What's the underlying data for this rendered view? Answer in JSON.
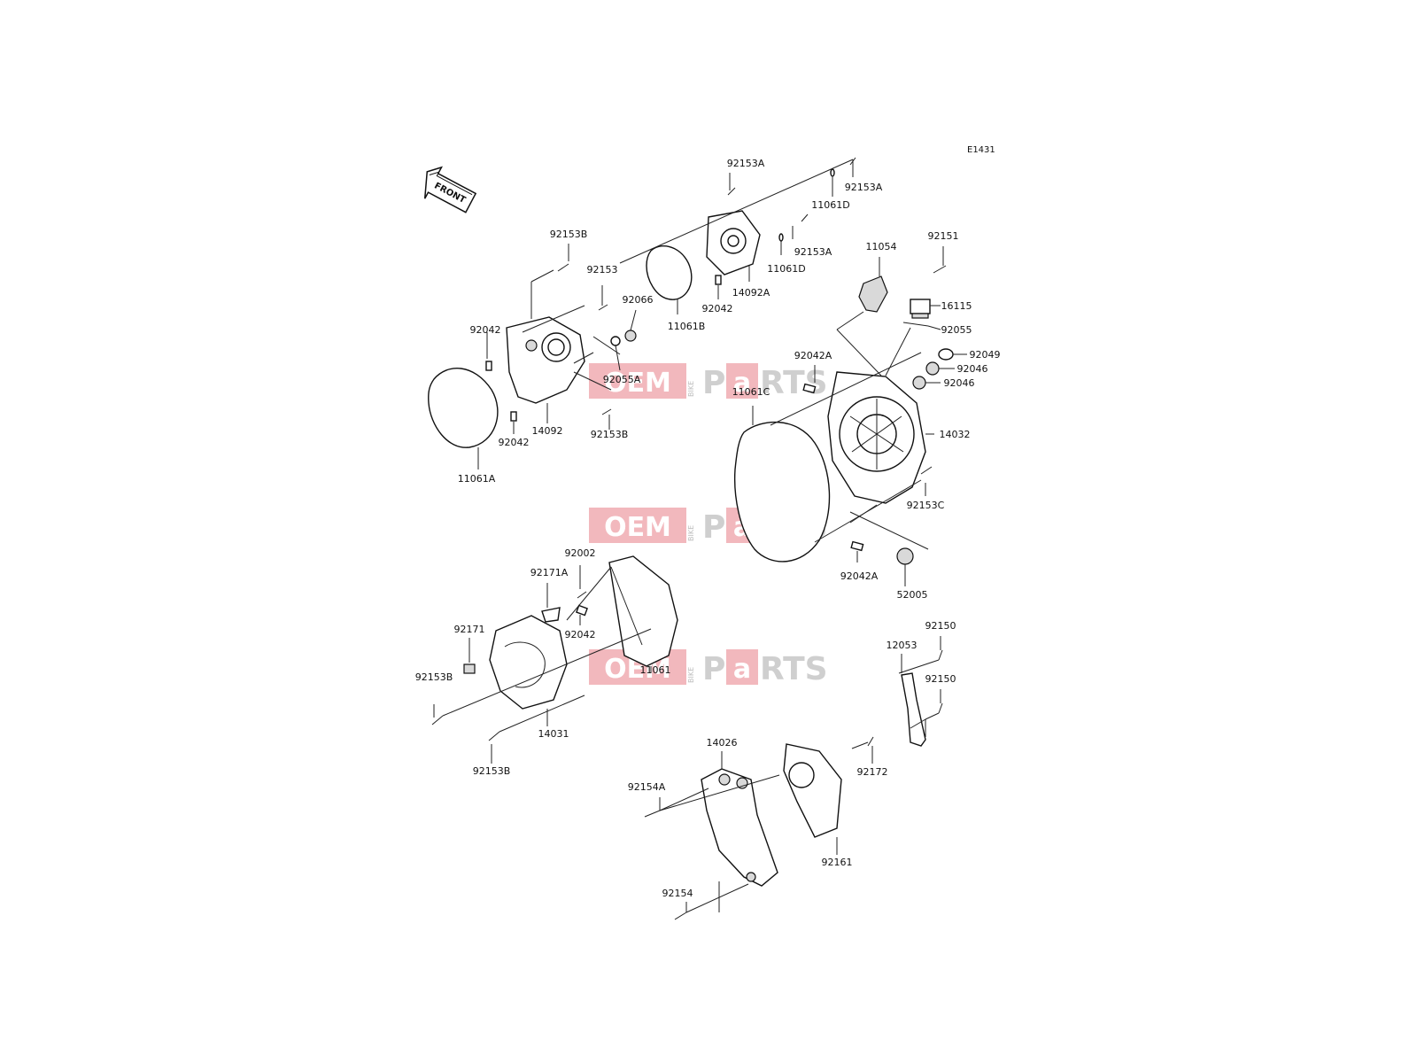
{
  "diagram": {
    "code": "E1431",
    "front_label": "FRONT",
    "watermark": {
      "oem": "OEM",
      "bike": "BIKE",
      "p": "P",
      "a": "a",
      "rts": "RTS"
    },
    "labels": [
      {
        "id": "92153A-top",
        "text": "92153A"
      },
      {
        "id": "92153A-right",
        "text": "92153A"
      },
      {
        "id": "11061D-a",
        "text": "11061D"
      },
      {
        "id": "92153A-mid",
        "text": "92153A"
      },
      {
        "id": "11061D-b",
        "text": "11061D"
      },
      {
        "id": "14092A",
        "text": "14092A"
      },
      {
        "id": "92042-top",
        "text": "92042"
      },
      {
        "id": "11061B",
        "text": "11061B"
      },
      {
        "id": "92153B-top",
        "text": "92153B"
      },
      {
        "id": "92153-a",
        "text": "92153"
      },
      {
        "id": "92066",
        "text": "92066"
      },
      {
        "id": "92042-left",
        "text": "92042"
      },
      {
        "id": "92055A",
        "text": "92055A"
      },
      {
        "id": "14092",
        "text": "14092"
      },
      {
        "id": "92042-bottom",
        "text": "92042"
      },
      {
        "id": "92153B-mid",
        "text": "92153B"
      },
      {
        "id": "11061A",
        "text": "11061A"
      },
      {
        "id": "11054",
        "text": "11054"
      },
      {
        "id": "92151",
        "text": "92151"
      },
      {
        "id": "16115",
        "text": "16115"
      },
      {
        "id": "92055",
        "text": "92055"
      },
      {
        "id": "92042A-top",
        "text": "92042A"
      },
      {
        "id": "92049",
        "text": "92049"
      },
      {
        "id": "92046-a",
        "text": "92046"
      },
      {
        "id": "92046-b",
        "text": "92046"
      },
      {
        "id": "11061C",
        "text": "11061C"
      },
      {
        "id": "14032",
        "text": "14032"
      },
      {
        "id": "92153C",
        "text": "92153C"
      },
      {
        "id": "92042A-bottom",
        "text": "92042A"
      },
      {
        "id": "52005",
        "text": "52005"
      },
      {
        "id": "92002",
        "text": "92002"
      },
      {
        "id": "92171A",
        "text": "92171A"
      },
      {
        "id": "92171",
        "text": "92171"
      },
      {
        "id": "92042-lower",
        "text": "92042"
      },
      {
        "id": "11061",
        "text": "11061"
      },
      {
        "id": "92153B-left",
        "text": "92153B"
      },
      {
        "id": "14031",
        "text": "14031"
      },
      {
        "id": "92153B-low",
        "text": "92153B"
      },
      {
        "id": "92150-a",
        "text": "92150"
      },
      {
        "id": "12053",
        "text": "12053"
      },
      {
        "id": "92150-b",
        "text": "92150"
      },
      {
        "id": "14026",
        "text": "14026"
      },
      {
        "id": "92172",
        "text": "92172"
      },
      {
        "id": "92154A",
        "text": "92154A"
      },
      {
        "id": "92161",
        "text": "92161"
      },
      {
        "id": "92154",
        "text": "92154"
      }
    ]
  }
}
